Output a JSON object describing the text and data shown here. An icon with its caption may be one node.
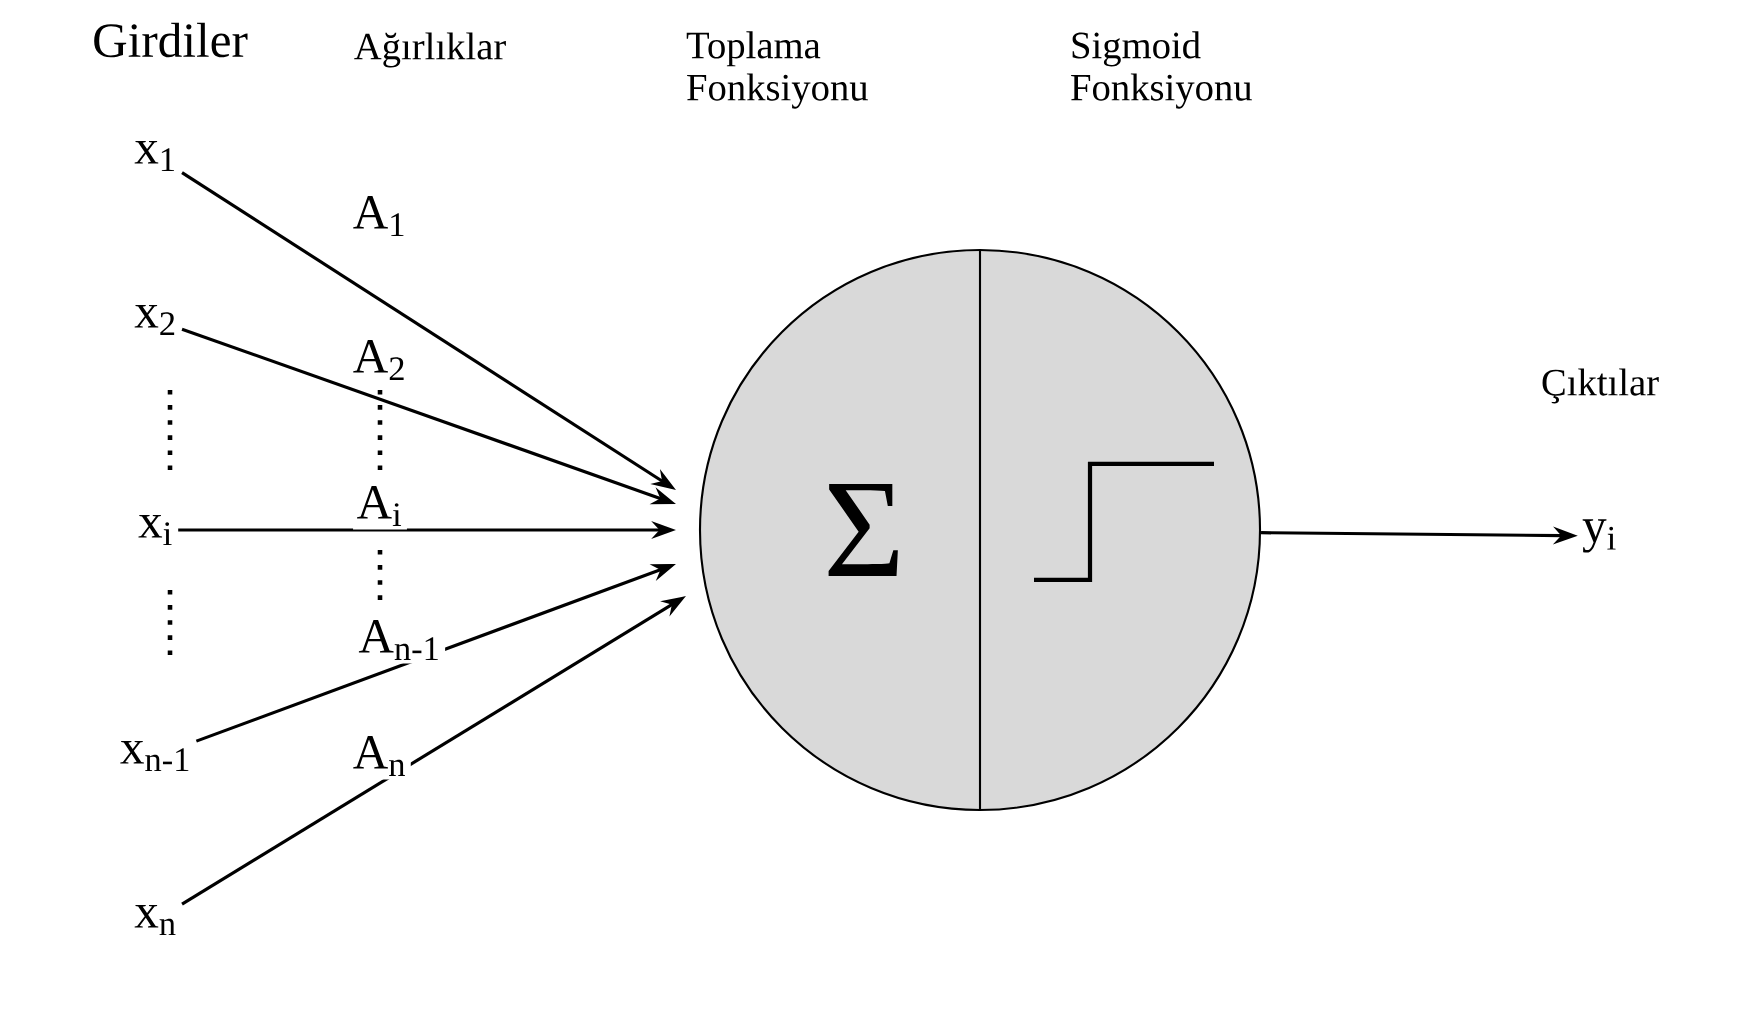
{
  "diagram": {
    "nodes": [
      {
        "text": [
          "x$_{1}$"
        ]
      },
      {
        "text": [
          "x$_{2}$"
        ]
      },
      {
        "text": [
          "x$_{i}$"
        ]
      },
      {
        "text": [
          "x$_{n-1}$"
        ]
      },
      {
        "text": [
          "x$_{n}$"
        ]
      },
      {
        "text": [
          "Toplama Fonksiyonu",
          "Σ",
          "Sigmoid Fonksiyonu"
        ]
      },
      {
        "text": [
          "y$_{i}$"
        ],
        "beside": [
          "Çıktılar"
        ]
      }
    ],
    "edges": [
      {
        "from": 0,
        "to": 5,
        "arrow": "to",
        "label": "A$_{1}$"
      },
      {
        "from": 1,
        "to": 5,
        "arrow": "to",
        "label": "A$_{2}$"
      },
      {
        "from": 2,
        "to": 5,
        "arrow": "to",
        "label": "A$_{i}$"
      },
      {
        "from": 3,
        "to": 5,
        "arrow": "to",
        "label": "A$_{n-1}$"
      },
      {
        "from": 4,
        "to": 5,
        "arrow": "to",
        "label": "A$_{n}$"
      },
      {
        "from": 5,
        "to": 6,
        "arrow": "to"
      }
    ],
    "labels": [
      "Girdiler",
      "Ağırlıklar"
    ]
  }
}
